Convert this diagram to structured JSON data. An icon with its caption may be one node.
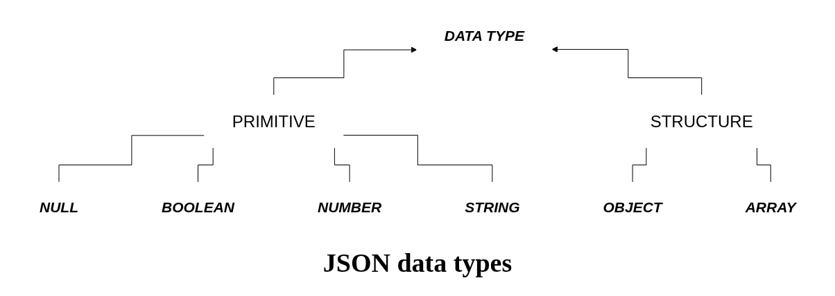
{
  "diagram": {
    "caption": "JSON data types",
    "nodes": [
      {
        "text": [
          "DATA TYPE"
        ]
      },
      {
        "text": [
          "PRIMITIVE"
        ]
      },
      {
        "text": [
          "STRUCTURE"
        ]
      },
      {
        "text": [
          "NULL"
        ]
      },
      {
        "text": [
          "BOOLEAN"
        ]
      },
      {
        "text": [
          "NUMBER"
        ]
      },
      {
        "text": [
          "STRING"
        ]
      },
      {
        "text": [
          "OBJECT"
        ]
      },
      {
        "text": [
          "ARRAY"
        ]
      }
    ],
    "edges": [
      {
        "from": 1,
        "to": 0,
        "arrow": "to"
      },
      {
        "from": 2,
        "to": 0,
        "arrow": "to"
      },
      {
        "from": 1,
        "to": 3,
        "arrow": "none"
      },
      {
        "from": 1,
        "to": 4,
        "arrow": "none"
      },
      {
        "from": 1,
        "to": 5,
        "arrow": "none"
      },
      {
        "from": 1,
        "to": 6,
        "arrow": "none"
      },
      {
        "from": 2,
        "to": 7,
        "arrow": "none"
      },
      {
        "from": 2,
        "to": 8,
        "arrow": "none"
      }
    ]
  }
}
